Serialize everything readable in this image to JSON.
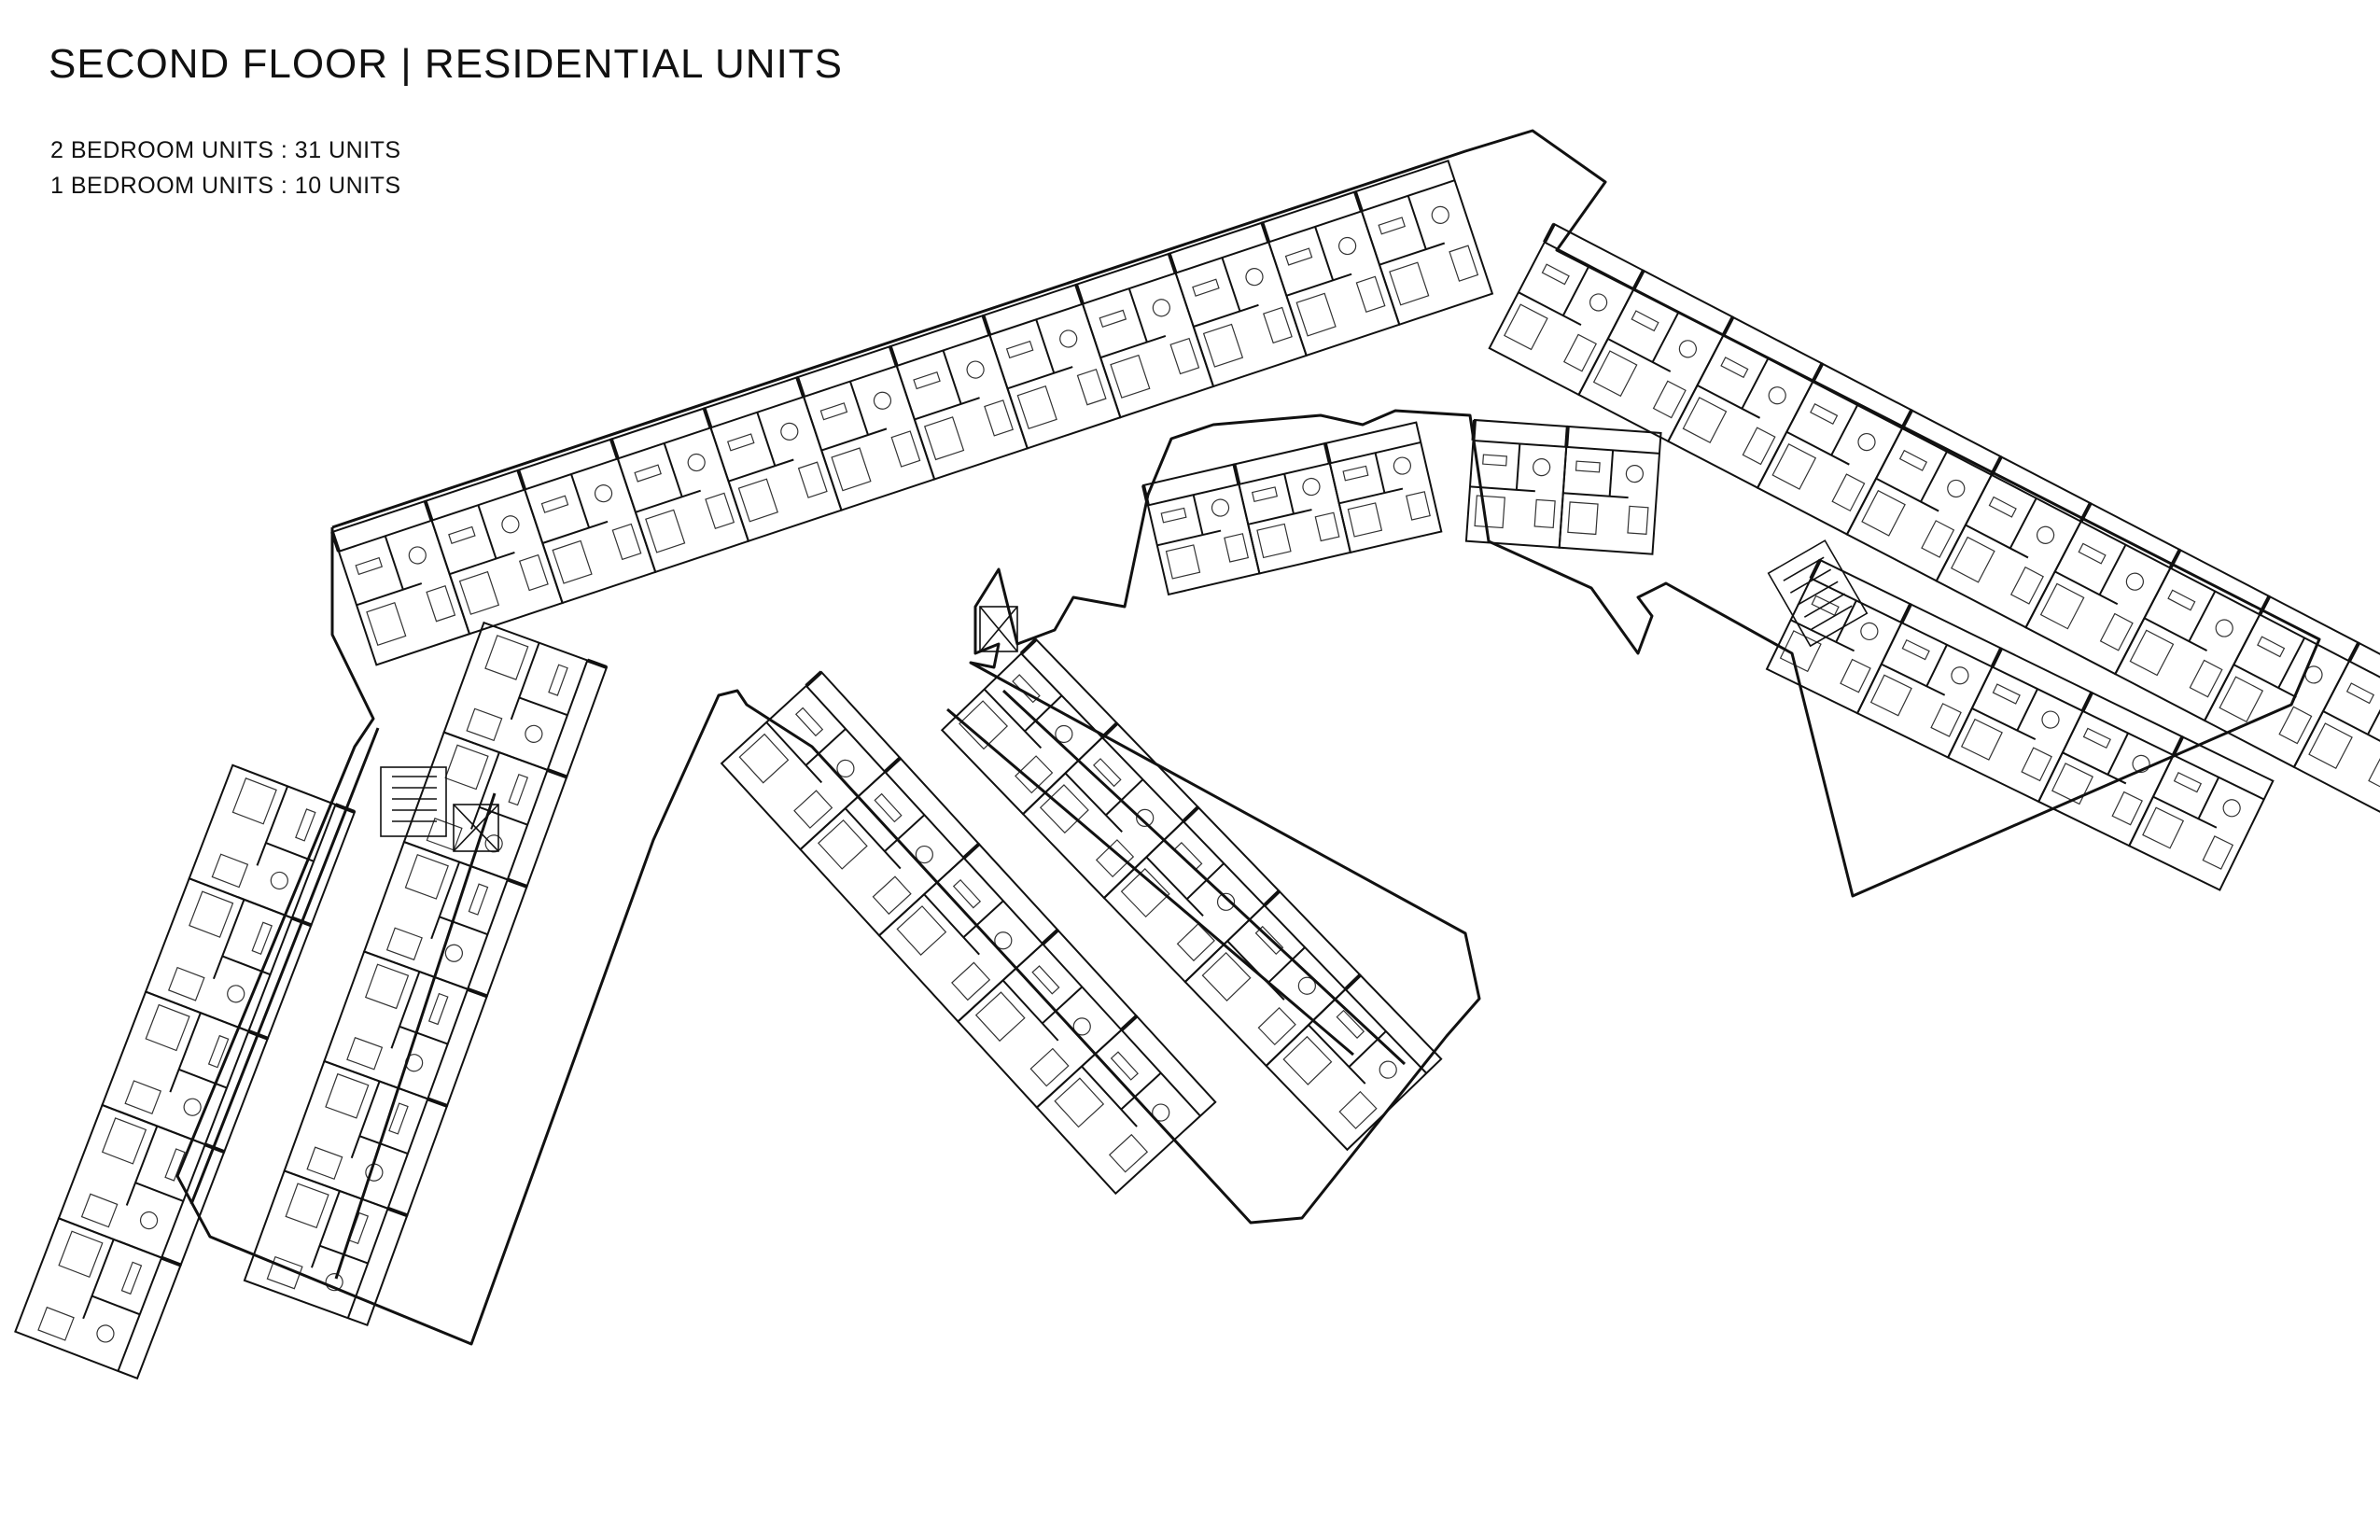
{
  "header": {
    "title": "SECOND FLOOR | RESIDENTIAL  UNITS",
    "stats": [
      "2 BEDROOM UNITS : 31 UNITS",
      "1 BEDROOM UNITS : 10 UNITS"
    ]
  },
  "plan": {
    "description_icons": [
      "stair-icon",
      "elevator-icon"
    ],
    "wings": [
      {
        "name": "north-wing",
        "units": 12
      },
      {
        "name": "northeast-wing",
        "units": 10
      },
      {
        "name": "east-wing",
        "units": 5
      },
      {
        "name": "center-north-block-a",
        "units": 3
      },
      {
        "name": "center-north-block-b",
        "units": 2
      },
      {
        "name": "west-wing-outer",
        "units": 5
      },
      {
        "name": "west-wing-inner",
        "units": 6
      },
      {
        "name": "south-wing-outer",
        "units": 5
      },
      {
        "name": "south-wing-inner",
        "units": 5
      }
    ]
  }
}
